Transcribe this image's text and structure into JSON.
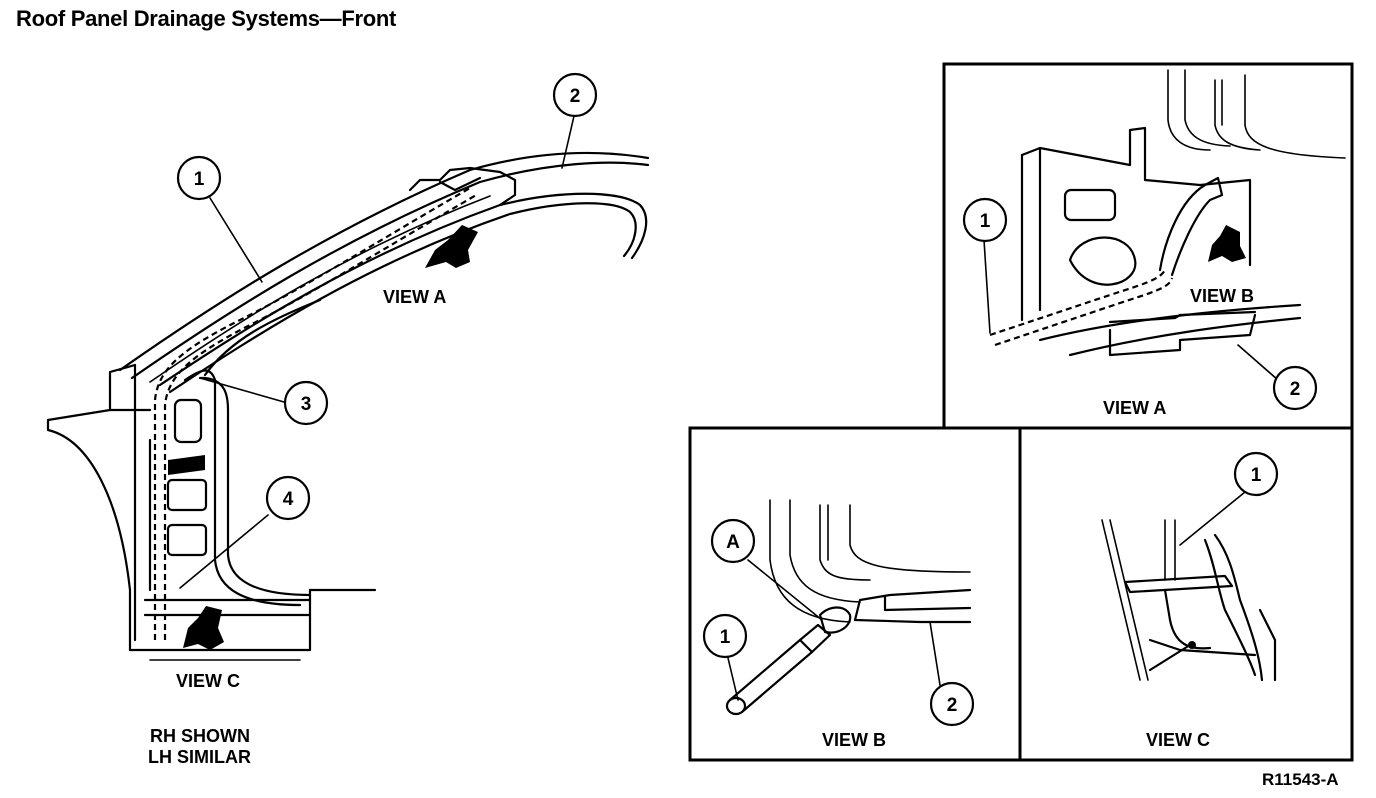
{
  "title": "Roof Panel Drainage Systems—Front",
  "main_view": {
    "callouts": [
      "1",
      "2",
      "3",
      "4"
    ],
    "view_a_label": "VIEW A",
    "view_c_label": "VIEW C",
    "note_line1": "RH SHOWN",
    "note_line2": "LH SIMILAR"
  },
  "detail_view_a": {
    "label": "VIEW A",
    "callouts": [
      "1",
      "2"
    ],
    "view_b_label": "VIEW B"
  },
  "detail_view_b": {
    "label": "VIEW B",
    "callouts": [
      "A",
      "1",
      "2"
    ]
  },
  "detail_view_c": {
    "label": "VIEW C",
    "callouts": [
      "1"
    ]
  },
  "figure_id": "R11543-A",
  "colors": {
    "ink": "#000000",
    "paper": "#ffffff"
  },
  "icons": [
    "view-direction-arrow-icon"
  ]
}
